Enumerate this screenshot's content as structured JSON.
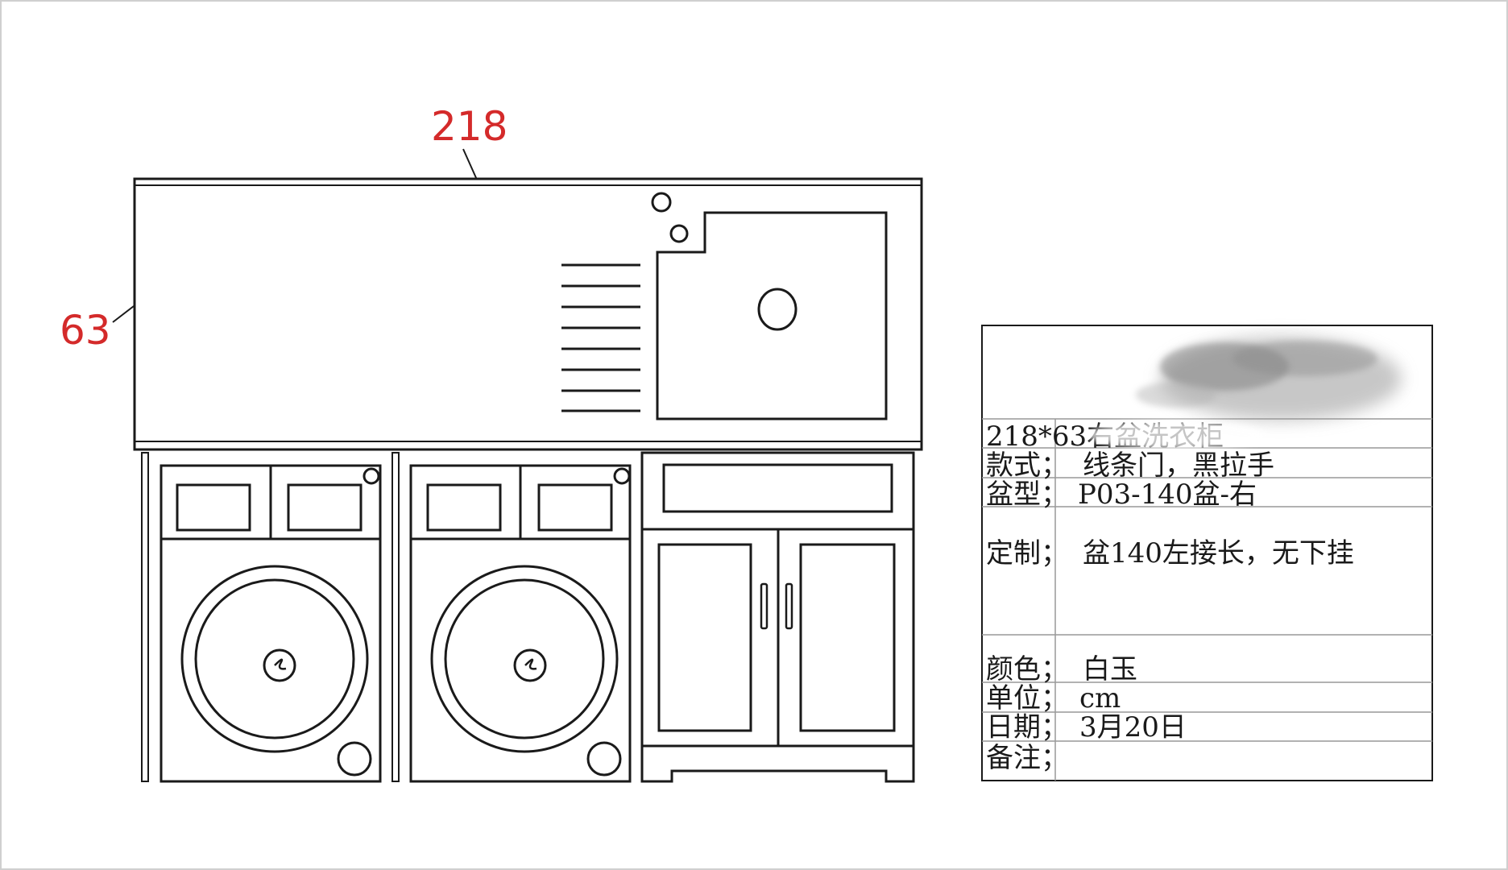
{
  "dimensions": {
    "width_label": "218",
    "depth_label": "63"
  },
  "spec_table": {
    "title": "218*63右盆洗衣柜",
    "rows": [
      {
        "label": "款式；",
        "value": "线条门，黑拉手"
      },
      {
        "label": "盆型；",
        "value": "P03-140盆-右"
      },
      {
        "label": "定制；",
        "value": "盆140左接长，无下挂"
      },
      {
        "label": "颜色；",
        "value": "白玉"
      },
      {
        "label": "单位；",
        "value": "cm"
      },
      {
        "label": "日期；",
        "value": "3月20日"
      },
      {
        "label": "备注；",
        "value": ""
      }
    ]
  },
  "colors": {
    "dimension_text": "#d42a2a",
    "line": "#1a1a1a",
    "background": "#ffffff"
  }
}
